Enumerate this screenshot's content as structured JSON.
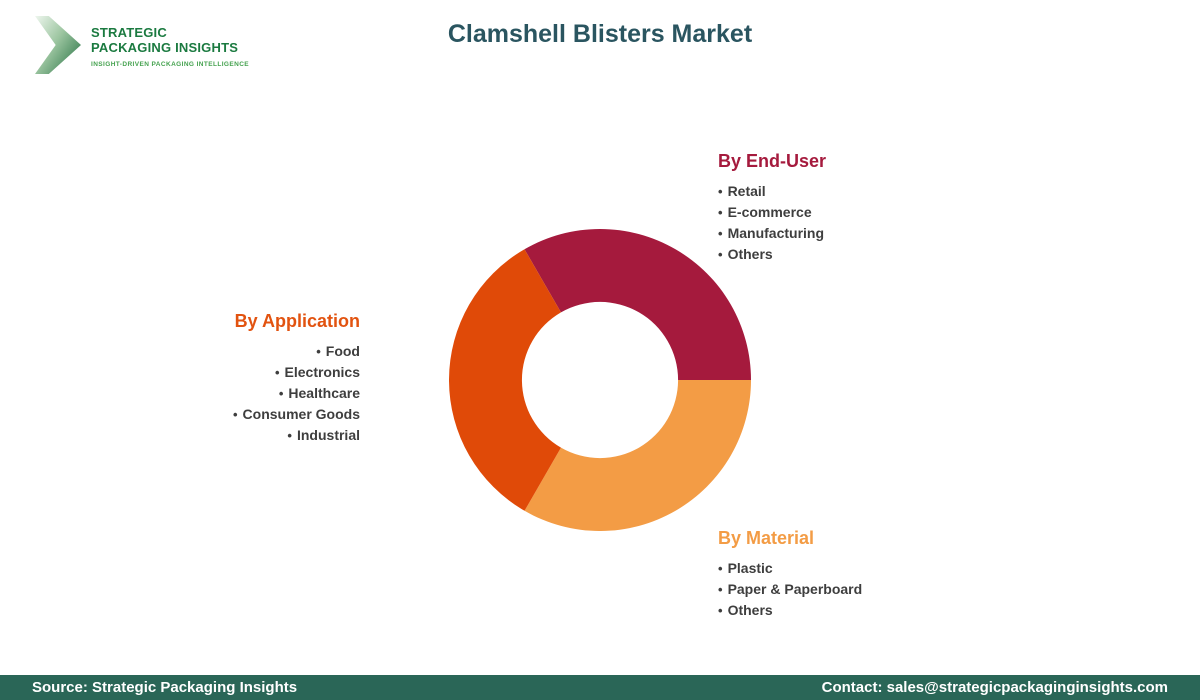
{
  "header": {
    "logo": {
      "name": "STRATEGIC\nPACKAGING INSIGHTS",
      "tagline": "INSIGHT-DRIVEN PACKAGING INTELLIGENCE"
    },
    "title": "Clamshell Blisters Market"
  },
  "chart_data": {
    "type": "pie",
    "subtype": "donut",
    "title": "Clamshell Blisters Market",
    "inner_radius_ratio": 0.517,
    "start_angle_deg_clockwise_from_east": -120,
    "legend_position": "around-chart",
    "segments": [
      {
        "label": "By End-User",
        "value": 33.33,
        "color": "#a51a3d"
      },
      {
        "label": "By Material",
        "value": 33.33,
        "color": "#f39c45"
      },
      {
        "label": "By Application",
        "value": 33.34,
        "color": "#e04a08"
      }
    ]
  },
  "groups": {
    "end_user": {
      "heading": "By End-User",
      "color": "#a51a3d",
      "items": [
        "Retail",
        "E-commerce",
        "Manufacturing",
        "Others"
      ]
    },
    "application": {
      "heading": "By Application",
      "color": "#e25310",
      "items": [
        "Food",
        "Electronics",
        "Healthcare",
        "Consumer Goods",
        "Industrial"
      ]
    },
    "material": {
      "heading": "By Material",
      "color": "#f39c45",
      "items": [
        "Plastic",
        "Paper & Paperboard",
        "Others"
      ]
    }
  },
  "bullet_glyph": "•",
  "footer": {
    "source": "Source: Strategic Packaging Insights",
    "contact": "Contact: sales@strategicpackaginginsights.com"
  }
}
